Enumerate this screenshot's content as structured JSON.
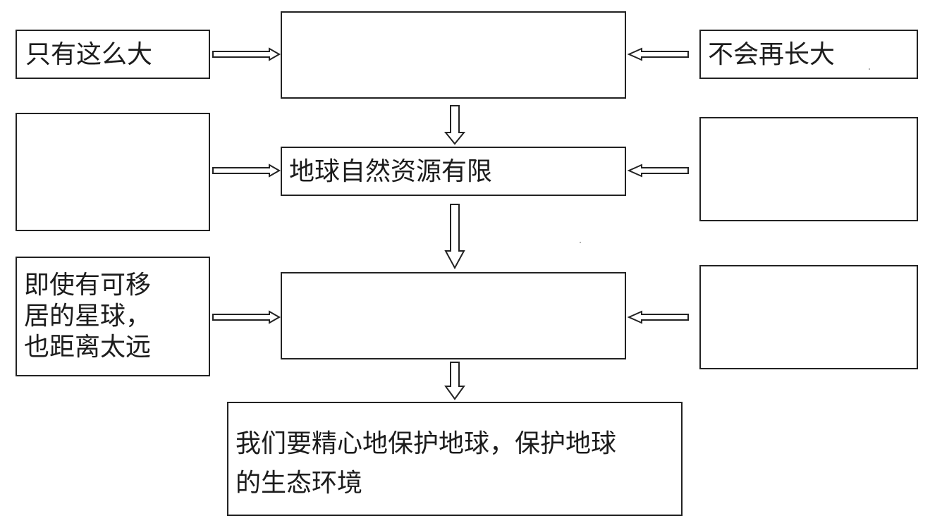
{
  "diagram": {
    "left_boxes": [
      {
        "id": "left-1",
        "text": "只有这么大"
      },
      {
        "id": "left-2",
        "text": ""
      },
      {
        "id": "left-3",
        "text": "即使有可移\n居的星球，\n也距离太远"
      }
    ],
    "center_boxes": [
      {
        "id": "center-1",
        "text": ""
      },
      {
        "id": "center-2",
        "text": "地球自然资源有限"
      },
      {
        "id": "center-3",
        "text": ""
      }
    ],
    "right_boxes": [
      {
        "id": "right-1",
        "text": "不会再长大"
      },
      {
        "id": "right-2",
        "text": ""
      },
      {
        "id": "right-3",
        "text": ""
      }
    ],
    "conclusion_box": {
      "text": "我们要精心地保护地球，保护地球\n的生态环境"
    }
  }
}
